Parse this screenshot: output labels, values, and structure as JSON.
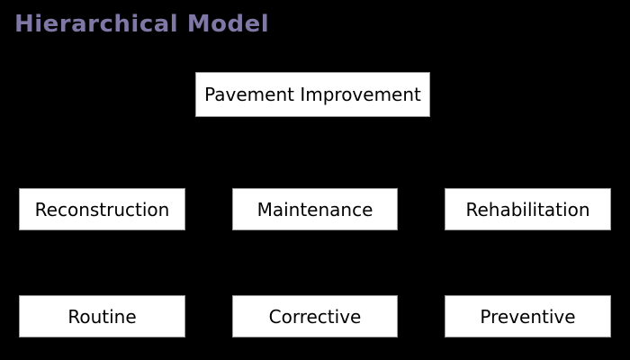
{
  "title": "Hierarchical Model",
  "colors": {
    "background": "#000000",
    "title_text": "#7F78A6",
    "box_background": "#ffffff",
    "box_border": "#9a9a9a",
    "box_text": "#000000"
  },
  "diagram": {
    "root": {
      "label": "Pavement Improvement"
    },
    "level2": [
      {
        "label": "Reconstruction"
      },
      {
        "label": "Maintenance"
      },
      {
        "label": "Rehabilitation"
      }
    ],
    "level3": [
      {
        "label": "Routine"
      },
      {
        "label": "Corrective"
      },
      {
        "label": "Preventive"
      }
    ]
  }
}
